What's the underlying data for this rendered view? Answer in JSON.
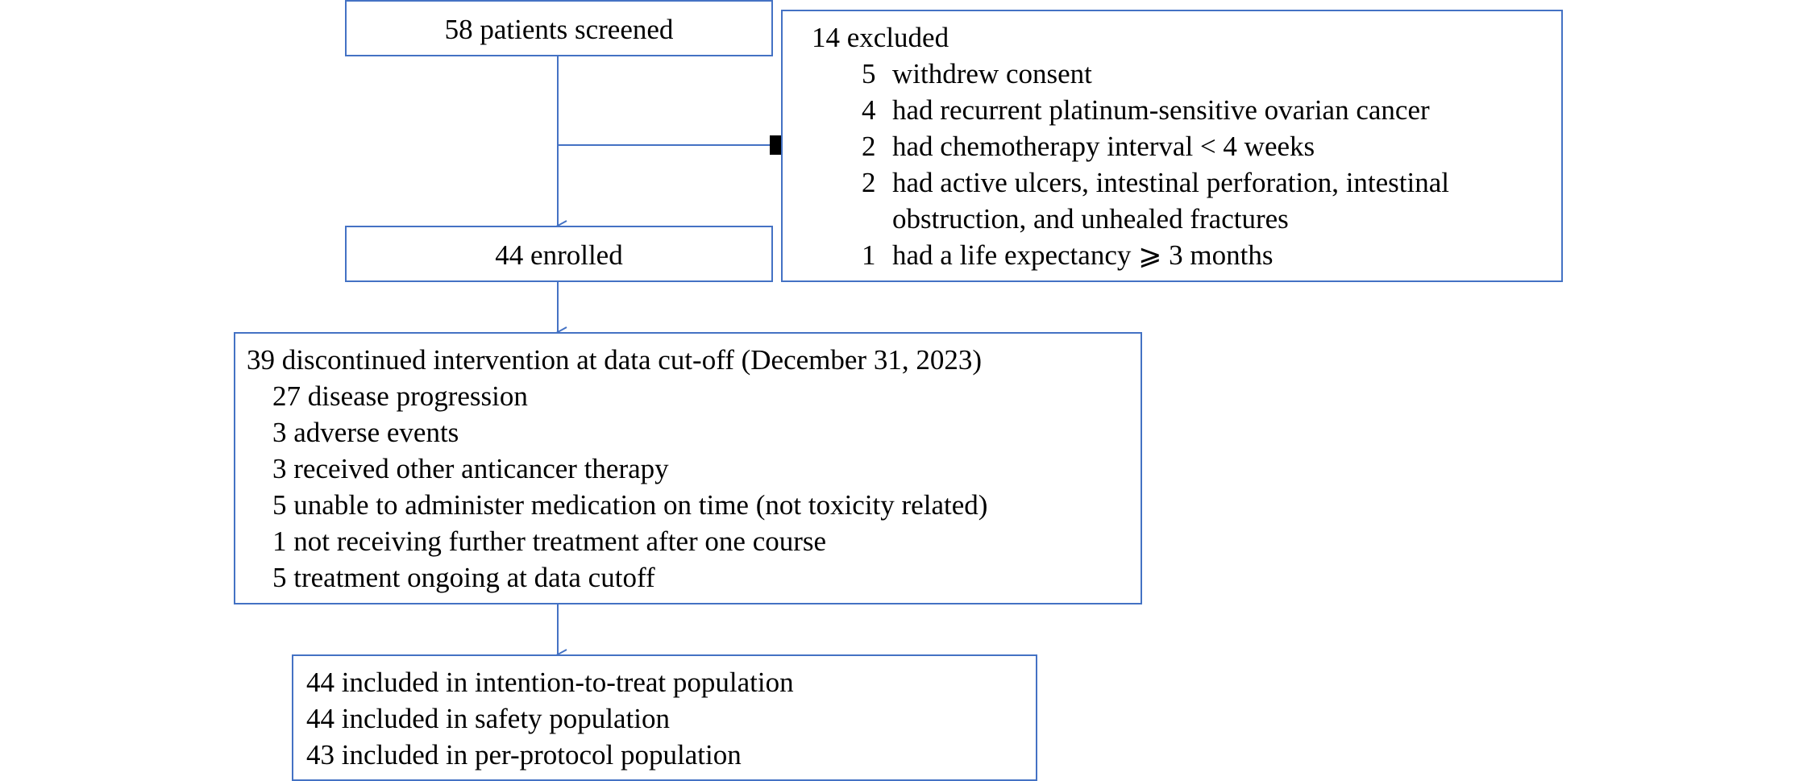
{
  "colors": {
    "line": "#4472C4",
    "text": "#000000",
    "marker": "#000000"
  },
  "screened": {
    "label": "58 patients screened"
  },
  "excluded": {
    "title": "14 excluded",
    "items": [
      {
        "count": "5",
        "text": "withdrew consent"
      },
      {
        "count": "4",
        "text": "had recurrent platinum-sensitive ovarian cancer"
      },
      {
        "count": "2",
        "text": "had chemotherapy interval < 4 weeks"
      },
      {
        "count": "2",
        "text": "had active ulcers, intestinal perforation, intestinal",
        "continuation": "obstruction, and unhealed fractures"
      },
      {
        "count": "1",
        "text": "had a life expectancy ⩾ 3 months"
      }
    ]
  },
  "enrolled": {
    "label": "44 enrolled"
  },
  "discontinued": {
    "title": "39  discontinued intervention at data cut-off (December 31, 2023)",
    "items": [
      "27 disease progression",
      "3 adverse events",
      "3 received other anticancer therapy",
      "5 unable to administer medication on time  (not toxicity related)",
      "1 not receiving further treatment after one course",
      "5 treatment ongoing at data cutoff"
    ]
  },
  "populations": {
    "items": [
      "44 included in intention-to-treat population",
      "44 included in safety population",
      "43 included in per-protocol population"
    ]
  }
}
